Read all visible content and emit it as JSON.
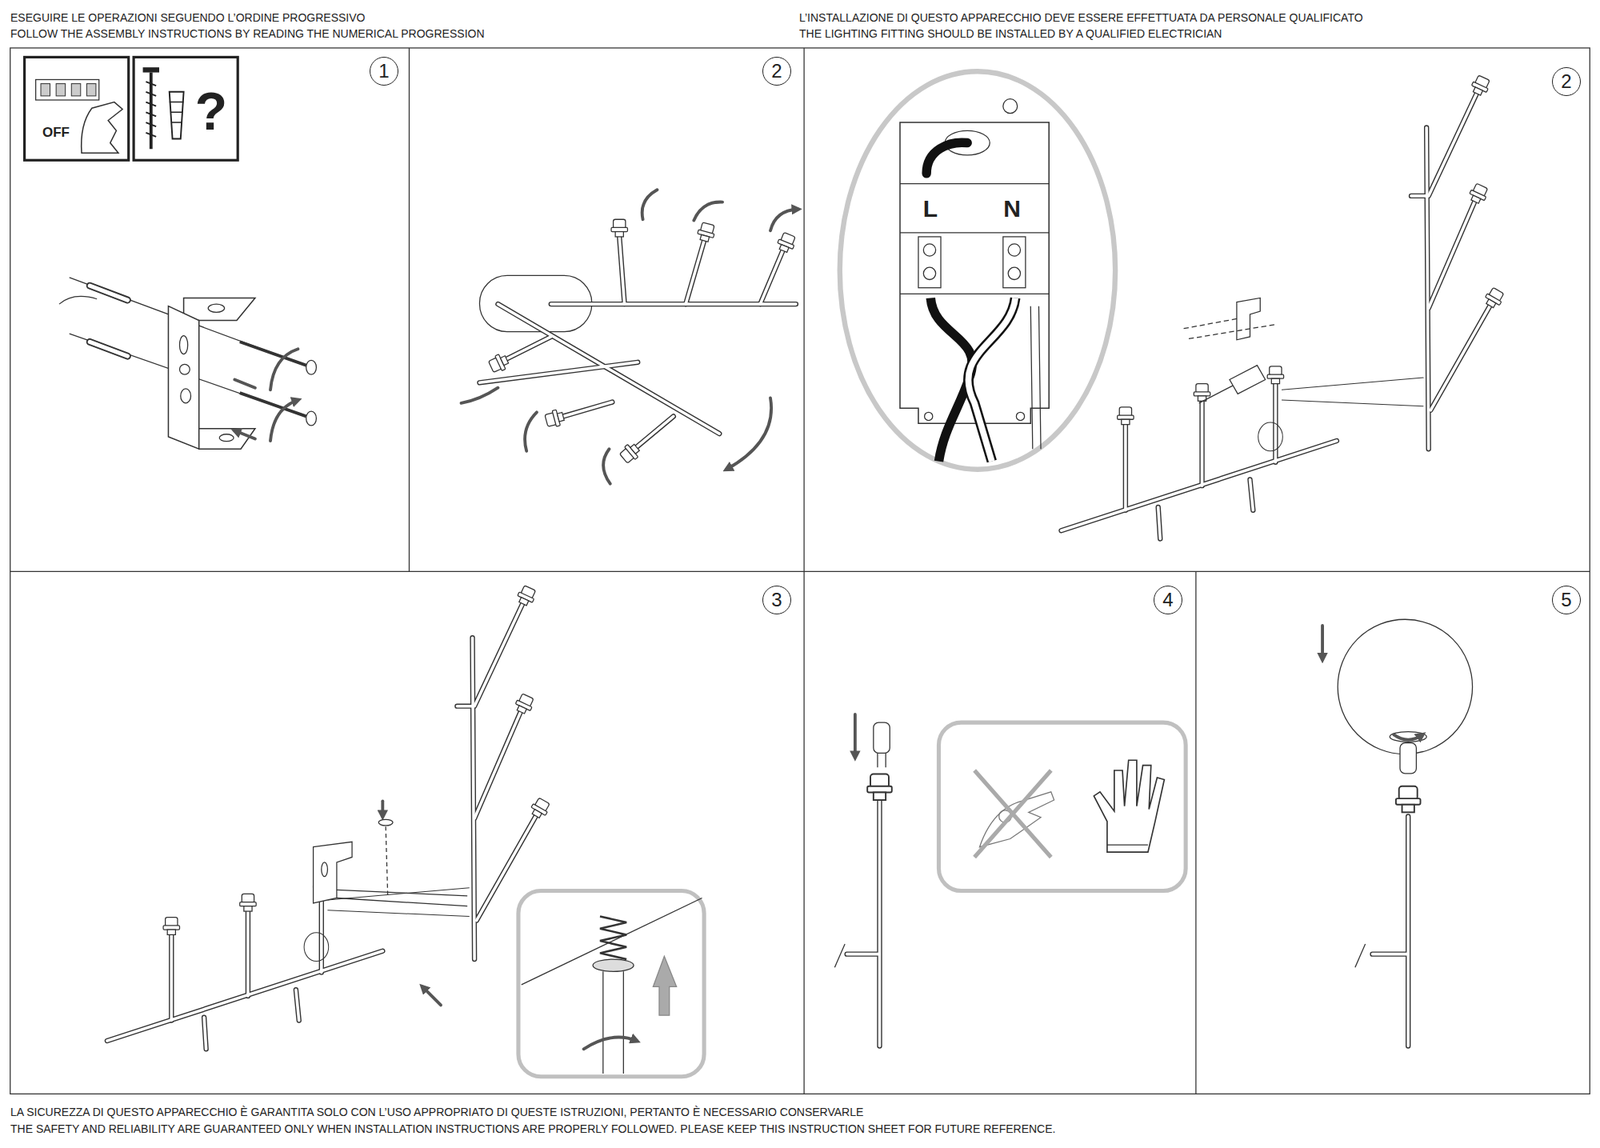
{
  "diagram": {
    "nodes": [
      {
        "text": [
          "1"
        ]
      },
      {
        "text": [
          "2"
        ]
      },
      {
        "text": [
          "2"
        ]
      },
      {
        "text": [
          "3"
        ]
      },
      {
        "text": [
          "4"
        ]
      },
      {
        "text": [
          "5"
        ]
      }
    ],
    "labels": [
      "ESEGUIRE LE OPERAZIONI SEGUENDO L’ORDINE PROGRESSIVO",
      "FOLLOW THE ASSEMBLY INSTRUCTIONS BY READING THE NUMERICAL PROGRESSION",
      "L’INSTALLAZIONE DI QUESTO APPARECCHIO DEVE ESSERE EFFETTUATA DA PERSONALE QUALIFICATO",
      "THE LIGHTING FITTING SHOULD BE INSTALLED BY A QUALIFIED ELECTRICIAN",
      "OFF",
      "?",
      "L",
      "N",
      "LA SICUREZZA DI QUESTO APPARECCHIO È GARANTITA SOLO CON L’USO APPROPRIATO DI QUESTE ISTRUZIONI, PERTANTO È NECESSARIO CONSERVARLE",
      "THE SAFETY AND RELIABILITY ARE GUARANTEED ONLY WHEN INSTALLATION INSTRUCTIONS ARE PROPERLY FOLLOWED. PLEASE KEEP THIS INSTRUCTION SHEET FOR FUTURE REFERENCE."
    ]
  }
}
